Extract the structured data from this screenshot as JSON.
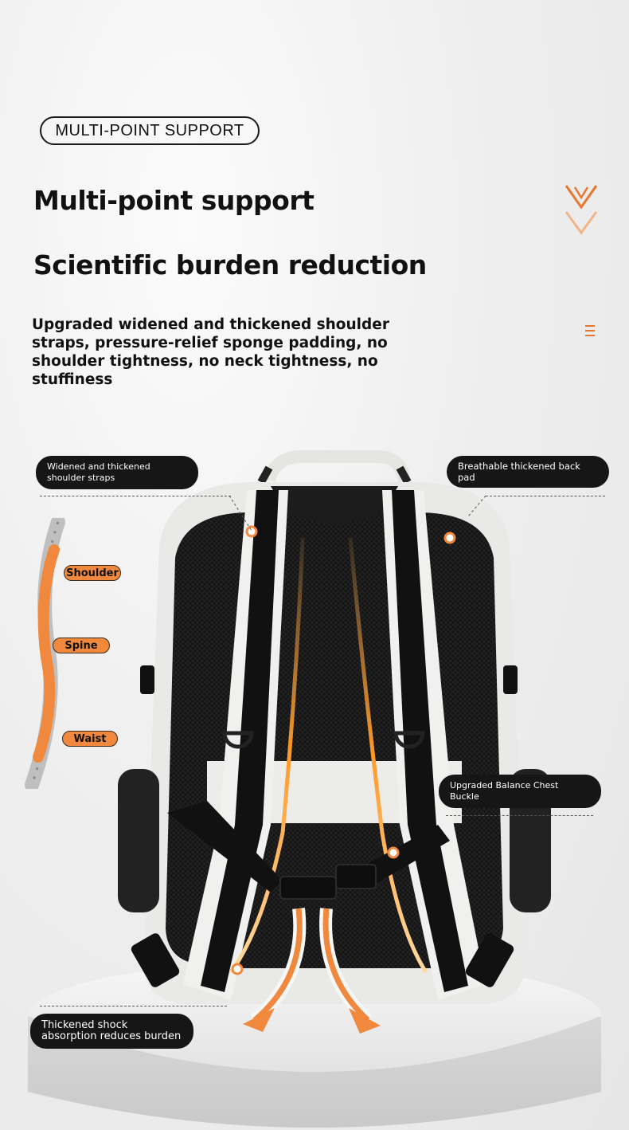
{
  "badge": "MULTI-POINT SUPPORT",
  "heading_1": "Multi-point support",
  "heading_2": "Scientific burden reduction",
  "description": "Upgraded widened and thickened shoulder straps, pressure-relief sponge padding, no shoulder tightness, no neck tightness, no stuffiness",
  "callouts": {
    "shoulder_straps": "Widened and thickened shoulder straps",
    "back_pad": "Breathable thickened back pad",
    "chest_buckle": "Upgraded Balance Chest Buckle",
    "shock_absorption": "Thickened shock absorption reduces burden"
  },
  "spine_labels": {
    "shoulder": "Shoulder",
    "spine": "Spine",
    "waist": "Waist"
  },
  "colors": {
    "accent": "#f0883e",
    "dark": "#161616",
    "backpack_white": "#e9e9e7"
  },
  "icons": [
    "chevron-down-icon",
    "menu-icon",
    "spine-illustration",
    "backpack-illustration"
  ]
}
